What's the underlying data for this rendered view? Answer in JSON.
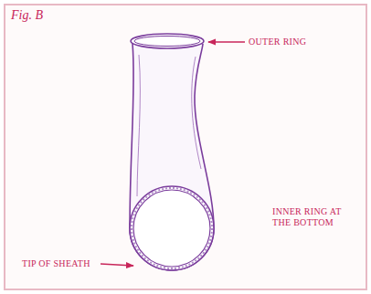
{
  "diagram": {
    "labels": [
      "Fig. B",
      "OUTER RING",
      "INNER RING AT THE BOTTOM",
      "TIP OF SHEATH"
    ]
  }
}
